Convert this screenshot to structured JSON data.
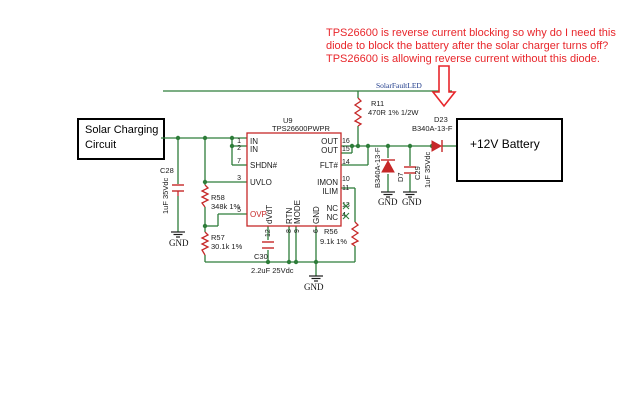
{
  "annotation": {
    "lines": [
      "TPS26600 is reverse current blocking so why do I need this",
      "diode to block the battery after the solar charger turns off?",
      "TPS26600 is allowing reverse current without this diode."
    ]
  },
  "blocks": {
    "solar_charging": [
      "Solar Charging",
      "Circuit"
    ],
    "battery": "+12V Battery"
  },
  "net": {
    "solar_fault": "SolarFaultLED"
  },
  "u9": {
    "ref": "U9",
    "part": "TPS26600PWPR",
    "pins_left": [
      {
        "num": "1",
        "name": "IN"
      },
      {
        "num": "2",
        "name": "IN"
      },
      {
        "num": "7",
        "name": "SHDN#"
      },
      {
        "num": "3",
        "name": "UVLO"
      },
      {
        "num": "5",
        "name": "OVP"
      }
    ],
    "pins_right": [
      {
        "num": "16",
        "name": "OUT"
      },
      {
        "num": "15",
        "name": "OUT"
      },
      {
        "num": "14",
        "name": "FLT#"
      },
      {
        "num": "10",
        "name": "IMON"
      },
      {
        "num": "11",
        "name": "ILIM"
      },
      {
        "num": "13",
        "name": "NC"
      },
      {
        "num": "4",
        "name": "NC"
      }
    ],
    "pins_bottom": [
      {
        "num": "12",
        "name": "dVdT"
      },
      {
        "num": "8",
        "name": "RTN"
      },
      {
        "num": "9",
        "name": "MODE"
      },
      {
        "num": "6",
        "name": "GND"
      }
    ]
  },
  "components": {
    "r11": [
      "R11",
      "470R 1% 1/2W"
    ],
    "d23": [
      "D23",
      "B340A-13-F"
    ],
    "d7": [
      "B340A-13-F",
      "D7"
    ],
    "c29": [
      "C29",
      "1uF 35Vdc"
    ],
    "c28": [
      "C28",
      "1uF 35Vdc"
    ],
    "r58": [
      "R58",
      "348k 1%"
    ],
    "r57": [
      "R57",
      "30.1k 1%"
    ],
    "r56": [
      "R56",
      "9.1k 1%"
    ],
    "c30": [
      "C30",
      "2.2uF 25Vdc"
    ]
  },
  "gnd_label": "GND",
  "colors": {
    "wire": "#2e7d3a",
    "component": "#c62828",
    "label": "#1a1a1a",
    "annotation": "#e8262b",
    "net_label": "#1e3a8a"
  }
}
